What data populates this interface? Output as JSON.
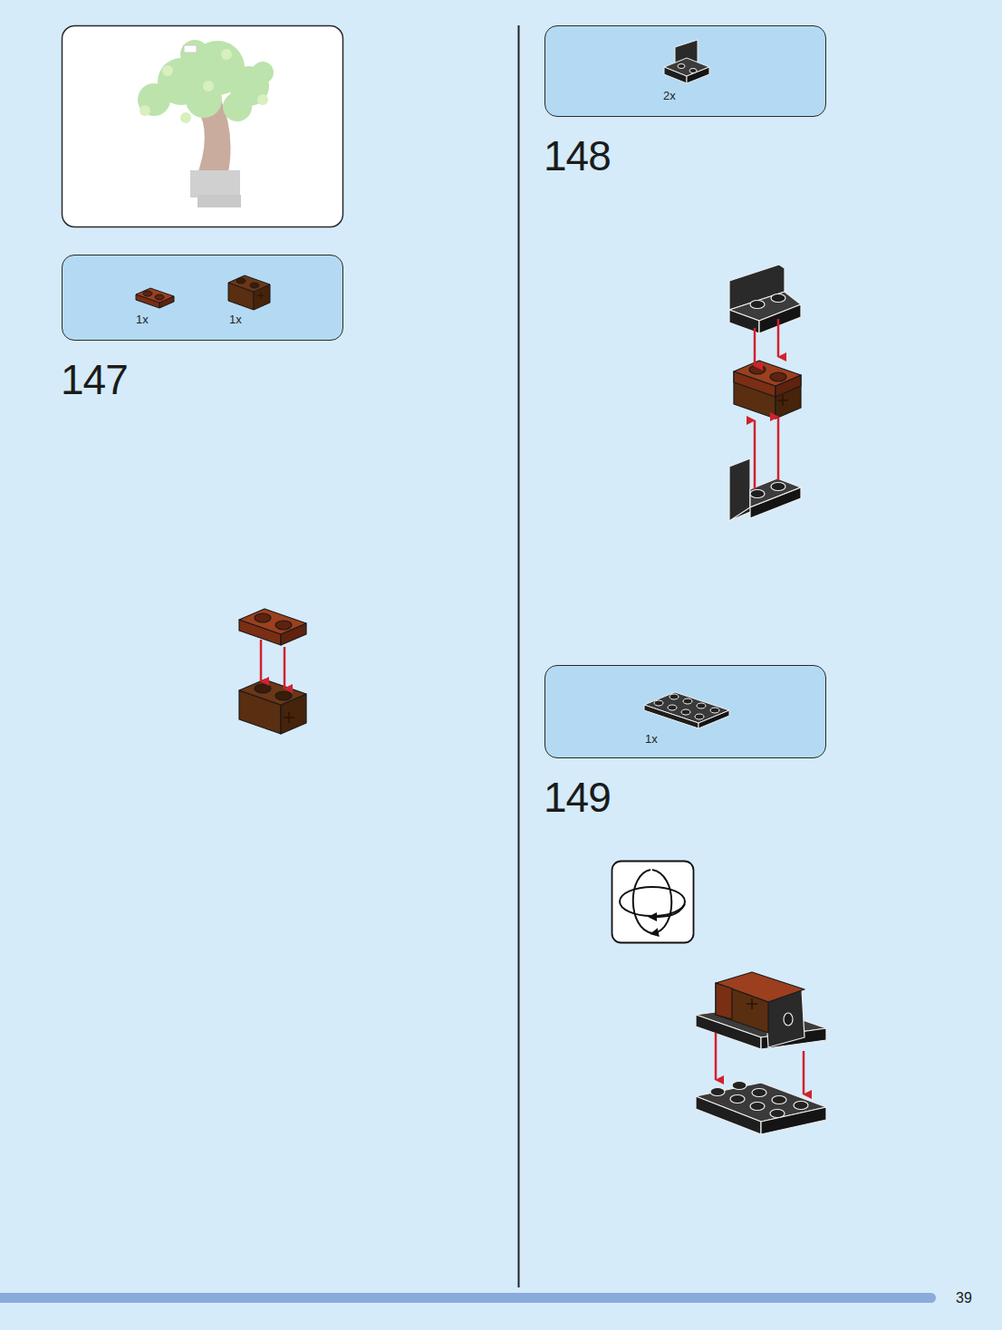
{
  "diagram": {
    "nodes": [
      {
        "text": [
          "1x",
          "1x"
        ]
      },
      {
        "text": [
          "2x"
        ]
      },
      {
        "text": [
          "1x"
        ]
      }
    ],
    "labels": [
      "147",
      "148",
      "149",
      "39"
    ]
  }
}
